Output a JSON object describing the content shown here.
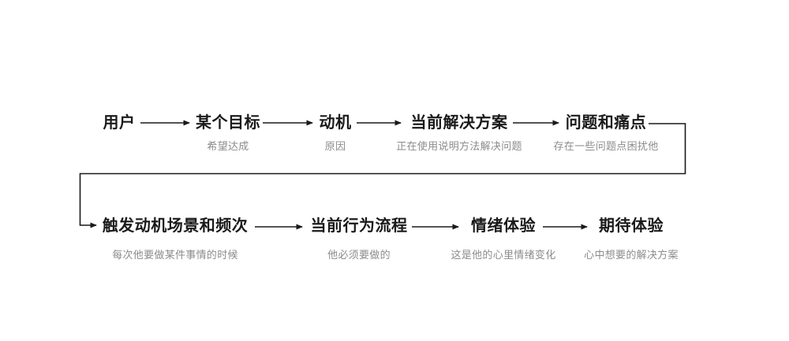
{
  "diagram": {
    "type": "flow",
    "background_color": "#ffffff",
    "title_color": "#1a1a1a",
    "subtitle_color": "#8c8c8c",
    "line_color": "#1a1a1a"
  },
  "flow": {
    "row1": [
      {
        "label": "用户",
        "sublabel": ""
      },
      {
        "label": "某个目标",
        "sublabel": "希望达成"
      },
      {
        "label": "动机",
        "sublabel": "原因"
      },
      {
        "label": "当前解决方案",
        "sublabel": "正在使用说明方法解决问题"
      },
      {
        "label": "问题和痛点",
        "sublabel": "存在一些问题点困扰他"
      }
    ],
    "row2": [
      {
        "label": "触发动机场景和频次",
        "sublabel": "每次他要做某件事情的时候"
      },
      {
        "label": "当前行为流程",
        "sublabel": "他必须要做的"
      },
      {
        "label": "情绪体验",
        "sublabel": "这是他的心里情绪变化"
      },
      {
        "label": "期待体验",
        "sublabel": "心中想要的解决方案"
      }
    ]
  }
}
